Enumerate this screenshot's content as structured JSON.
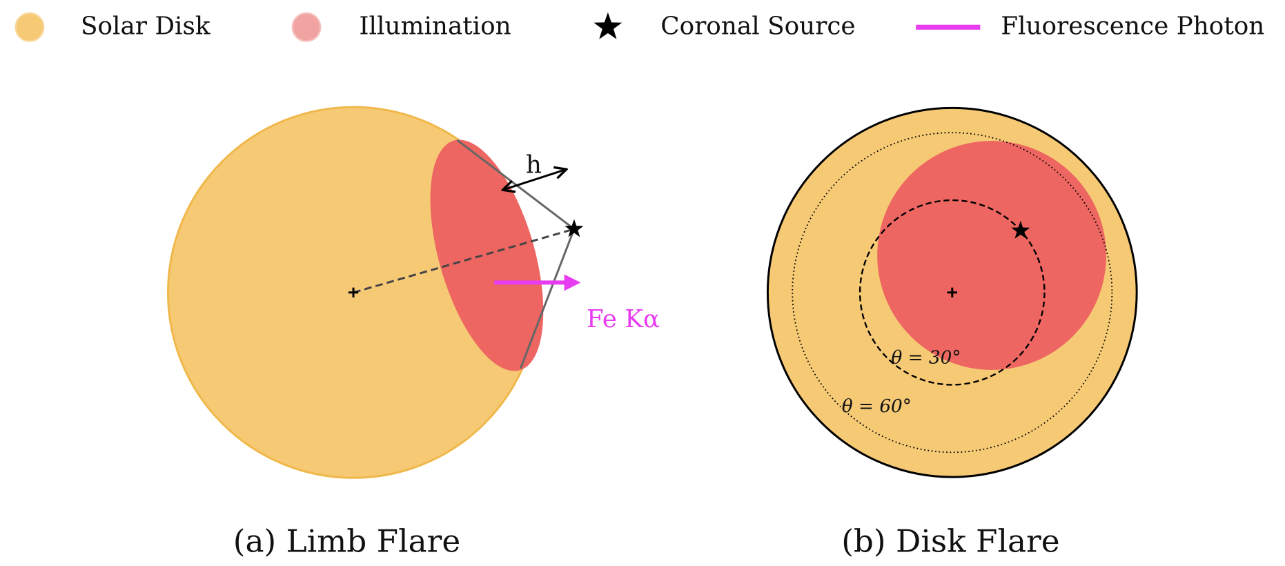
{
  "legend": [
    {
      "label": "Solar Disk",
      "icon": "circle-marker",
      "color": "#f6c975"
    },
    {
      "label": "Illumination",
      "icon": "circle-marker",
      "color": "#f0a3a0"
    },
    {
      "label": "Coronal Source",
      "icon": "star-marker",
      "color": "#000000"
    },
    {
      "label": "Fluorescence Photon",
      "icon": "line-marker",
      "color": "#e83cf0"
    }
  ],
  "panel_a": {
    "caption": "(a) Limb Flare",
    "height_label": "h",
    "photon_label": "Fe Kα"
  },
  "panel_b": {
    "caption": "(b) Disk Flare",
    "angle_inner": "θ = 30°",
    "angle_outer": "θ = 60°"
  },
  "colors": {
    "disk": "#f6c975",
    "disk_edge": "#f0b84a",
    "illumination": "#ed6661",
    "photon": "#e83cf0"
  }
}
